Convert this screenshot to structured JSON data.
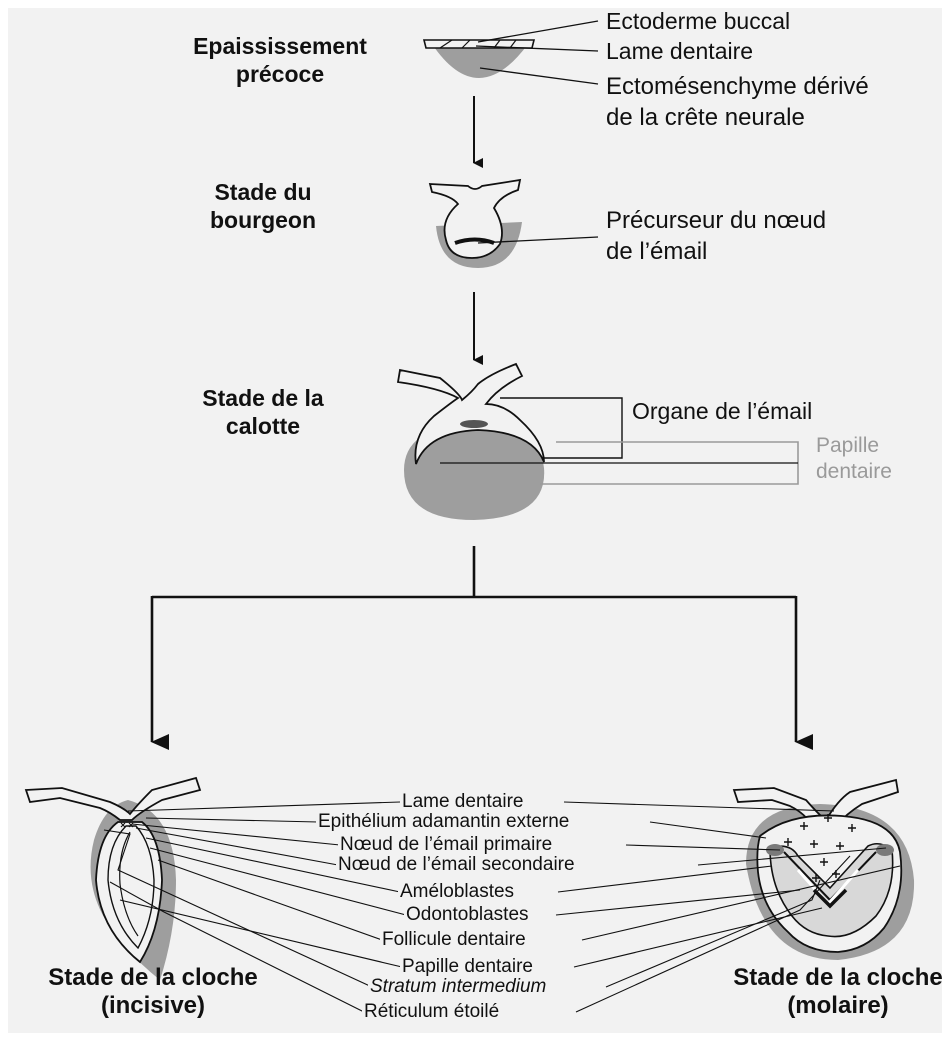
{
  "stages": {
    "early_thickening": [
      "Epaississement",
      "précoce"
    ],
    "bud": [
      "Stade du",
      "bourgeon"
    ],
    "cap": [
      "Stade de la",
      "calotte"
    ],
    "bell_incisor": [
      "Stade de la cloche",
      "(incisive)"
    ],
    "bell_molar": [
      "Stade de la cloche",
      "(molaire)"
    ]
  },
  "labels": {
    "buccal_ectoderm": "Ectoderme buccal",
    "dental_lamina_top": "Lame dentaire",
    "ectomesenchyme": [
      "Ectomésenchyme dérivé",
      "de la crête neurale"
    ],
    "enamel_knot_precursor": [
      "Précurseur du nœud",
      "de l’émail"
    ],
    "enamel_organ": "Organe de l’émail",
    "dental_papilla_cap": [
      "Papille",
      "dentaire"
    ]
  },
  "bell_labels": [
    "Lame dentaire",
    "Epithélium adamantin externe",
    "Nœud de l’émail primaire",
    "Nœud de l’émail secondaire",
    "Améloblastes",
    "Odontoblastes",
    "Follicule dentaire",
    "Papille dentaire",
    "Stratum intermedium",
    "Réticulum étoilé"
  ],
  "colors": {
    "background": "#f2f2f2",
    "tissue_shading": "#9e9e9e",
    "dental_papilla_label": "#9a9a9a"
  }
}
